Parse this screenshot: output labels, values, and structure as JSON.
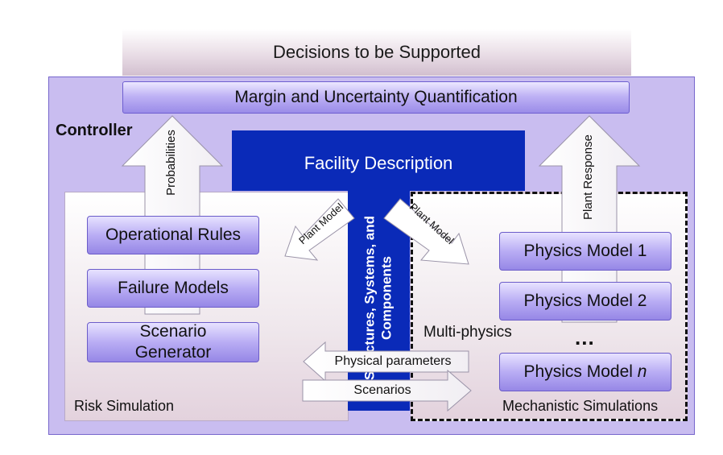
{
  "decisions": "Decisions to be Supported",
  "margin": "Margin and Uncertainty Quantification",
  "controller": "Controller",
  "facility": "Facility Description",
  "ssc": "Structures, Systems, and Components",
  "risk": {
    "label": "Risk Simulation",
    "boxes": [
      "Operational Rules",
      "Failure Models",
      "Scenario Generator"
    ]
  },
  "mechanistic": {
    "label": "Mechanistic Simulations",
    "multiphysics": "Multi-physics",
    "ellipsis": "...",
    "boxes": [
      "Physics Model 1",
      "Physics Model 2"
    ],
    "box_n_prefix": "Physics Model ",
    "box_n_italic": "n"
  },
  "arrows": {
    "probabilities": "Probabilities",
    "plant_response": "Plant Response",
    "plant_model_left": "Plant Model",
    "plant_model_right": "Plant Model",
    "physical_parameters": "Physical parameters",
    "scenarios": "Scenarios"
  },
  "colors": {
    "controller_bg": "#c9bdf0",
    "facility_bg": "#0a2ab8",
    "box_purple": "#9687e6"
  }
}
